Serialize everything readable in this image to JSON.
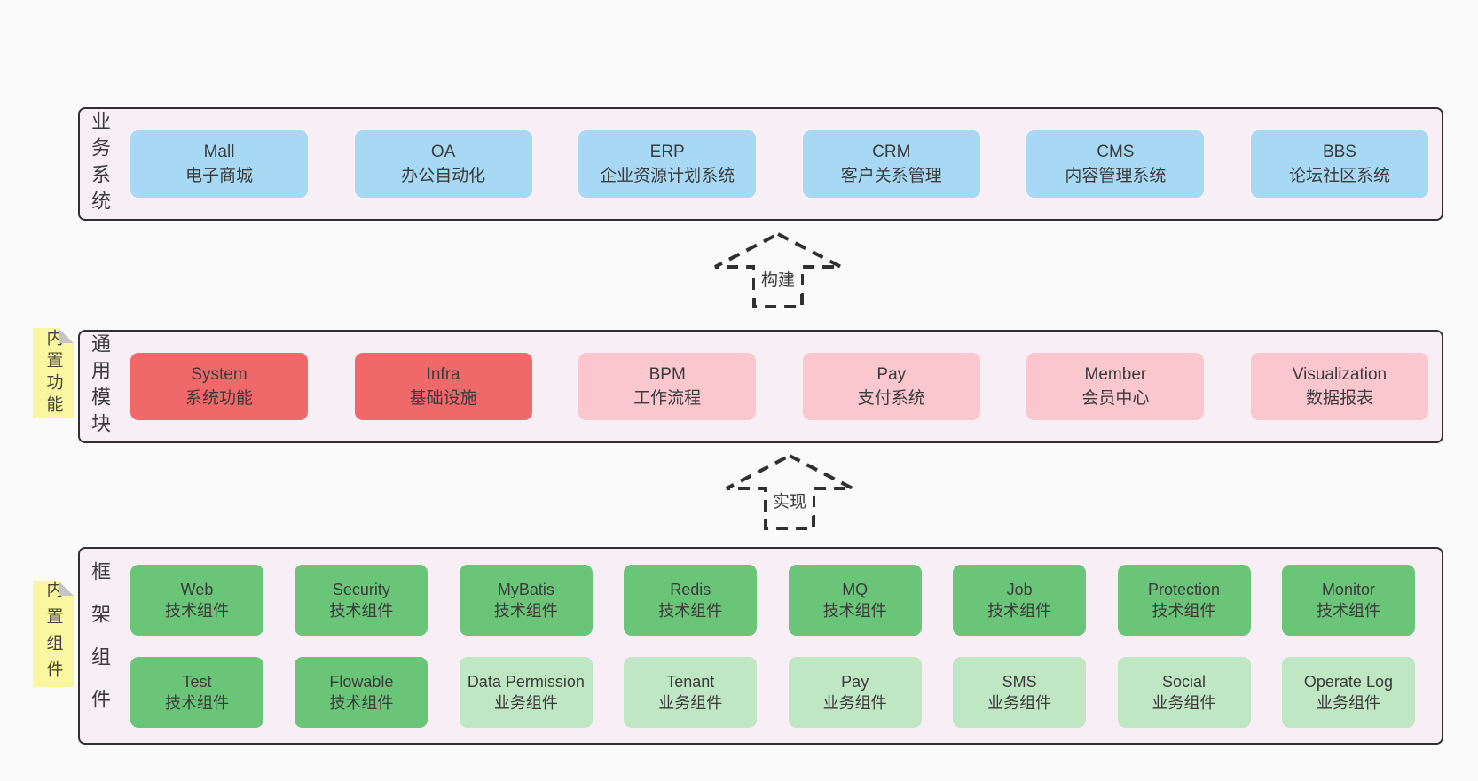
{
  "diagram": {
    "colors": {
      "page_bg": "#fafafa",
      "band_bg": "#f8eef6",
      "line": "#303030",
      "text": "#3b3b3b",
      "blue": "#a7d9f4",
      "red": "#f0696a",
      "pink": "#fbc7cf",
      "green": "#6ac578",
      "lightgreen": "#c0e7c3",
      "yellow": "#fbf7a0",
      "fold": "#c5c5c5"
    },
    "arrows": [
      {
        "label": "构建"
      },
      {
        "label": "实现"
      }
    ],
    "bands": [
      {
        "key": "business",
        "label": "业务系统",
        "note": "",
        "rows": [
          [
            {
              "title": "Mall",
              "subtitle": "电子商城",
              "variant": "blue"
            },
            {
              "title": "OA",
              "subtitle": "办公自动化",
              "variant": "blue"
            },
            {
              "title": "ERP",
              "subtitle": "企业资源计划系统",
              "variant": "blue"
            },
            {
              "title": "CRM",
              "subtitle": "客户关系管理",
              "variant": "blue"
            },
            {
              "title": "CMS",
              "subtitle": "内容管理系统",
              "variant": "blue"
            },
            {
              "title": "BBS",
              "subtitle": "论坛社区系统",
              "variant": "blue"
            }
          ]
        ]
      },
      {
        "key": "modules",
        "label": "通用模块",
        "note": "内置功能",
        "rows": [
          [
            {
              "title": "System",
              "subtitle": "系统功能",
              "variant": "red"
            },
            {
              "title": "Infra",
              "subtitle": "基础设施",
              "variant": "red"
            },
            {
              "title": "BPM",
              "subtitle": "工作流程",
              "variant": "pink"
            },
            {
              "title": "Pay",
              "subtitle": "支付系统",
              "variant": "pink"
            },
            {
              "title": "Member",
              "subtitle": "会员中心",
              "variant": "pink"
            },
            {
              "title": "Visualization",
              "subtitle": "数据报表",
              "variant": "pink"
            }
          ]
        ]
      },
      {
        "key": "framework",
        "label": "框架组件",
        "note": "内置组件",
        "rows": [
          [
            {
              "title": "Web",
              "subtitle": "技术组件",
              "variant": "green"
            },
            {
              "title": "Security",
              "subtitle": "技术组件",
              "variant": "green"
            },
            {
              "title": "MyBatis",
              "subtitle": "技术组件",
              "variant": "green"
            },
            {
              "title": "Redis",
              "subtitle": "技术组件",
              "variant": "green"
            },
            {
              "title": "MQ",
              "subtitle": "技术组件",
              "variant": "green"
            },
            {
              "title": "Job",
              "subtitle": "技术组件",
              "variant": "green"
            },
            {
              "title": "Protection",
              "subtitle": "技术组件",
              "variant": "green"
            },
            {
              "title": "Monitor",
              "subtitle": "技术组件",
              "variant": "green"
            }
          ],
          [
            {
              "title": "Test",
              "subtitle": "技术组件",
              "variant": "green"
            },
            {
              "title": "Flowable",
              "subtitle": "技术组件",
              "variant": "green"
            },
            {
              "title": "Data Permission",
              "subtitle": "业务组件",
              "variant": "lightgreen"
            },
            {
              "title": "Tenant",
              "subtitle": "业务组件",
              "variant": "lightgreen"
            },
            {
              "title": "Pay",
              "subtitle": "业务组件",
              "variant": "lightgreen"
            },
            {
              "title": "SMS",
              "subtitle": "业务组件",
              "variant": "lightgreen"
            },
            {
              "title": "Social",
              "subtitle": "业务组件",
              "variant": "lightgreen"
            },
            {
              "title": "Operate Log",
              "subtitle": "业务组件",
              "variant": "lightgreen"
            }
          ]
        ]
      }
    ]
  }
}
